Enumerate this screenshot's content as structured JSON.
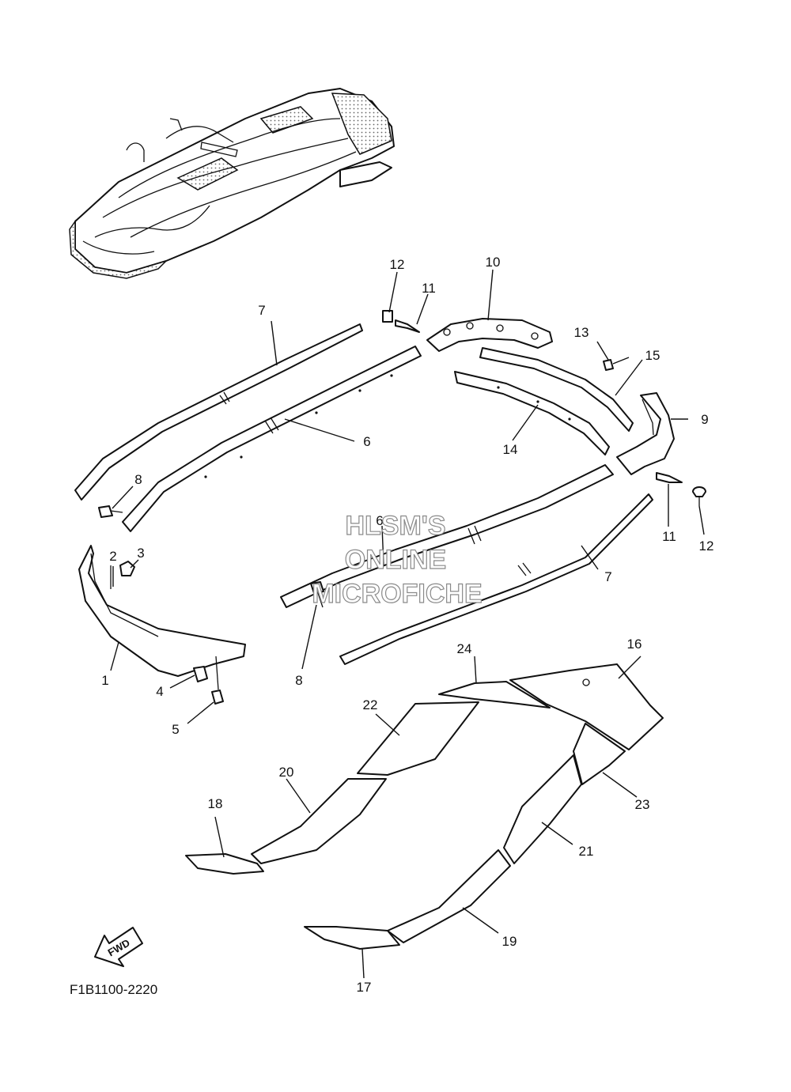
{
  "diagram_code": "F1B1100-2220",
  "fwd_label": "FWD",
  "watermark": {
    "line1": "HLSM'S",
    "line2": "ONLINE",
    "line3": "MICROFICHE"
  },
  "callouts": [
    {
      "id": "c1",
      "text": "1"
    },
    {
      "id": "c2",
      "text": "2"
    },
    {
      "id": "c3",
      "text": "3"
    },
    {
      "id": "c4",
      "text": "4"
    },
    {
      "id": "c5",
      "text": "5"
    },
    {
      "id": "c6a",
      "text": "6"
    },
    {
      "id": "c6b",
      "text": "6"
    },
    {
      "id": "c7a",
      "text": "7"
    },
    {
      "id": "c7b",
      "text": "7"
    },
    {
      "id": "c8a",
      "text": "8"
    },
    {
      "id": "c8b",
      "text": "8"
    },
    {
      "id": "c9",
      "text": "9"
    },
    {
      "id": "c10",
      "text": "10"
    },
    {
      "id": "c11a",
      "text": "11"
    },
    {
      "id": "c11b",
      "text": "11"
    },
    {
      "id": "c12a",
      "text": "12"
    },
    {
      "id": "c12b",
      "text": "12"
    },
    {
      "id": "c13",
      "text": "13"
    },
    {
      "id": "c14",
      "text": "14"
    },
    {
      "id": "c15",
      "text": "15"
    },
    {
      "id": "c16",
      "text": "16"
    },
    {
      "id": "c17",
      "text": "17"
    },
    {
      "id": "c18",
      "text": "18"
    },
    {
      "id": "c19",
      "text": "19"
    },
    {
      "id": "c20",
      "text": "20"
    },
    {
      "id": "c21",
      "text": "21"
    },
    {
      "id": "c22",
      "text": "22"
    },
    {
      "id": "c23",
      "text": "23"
    },
    {
      "id": "c24",
      "text": "24"
    }
  ]
}
